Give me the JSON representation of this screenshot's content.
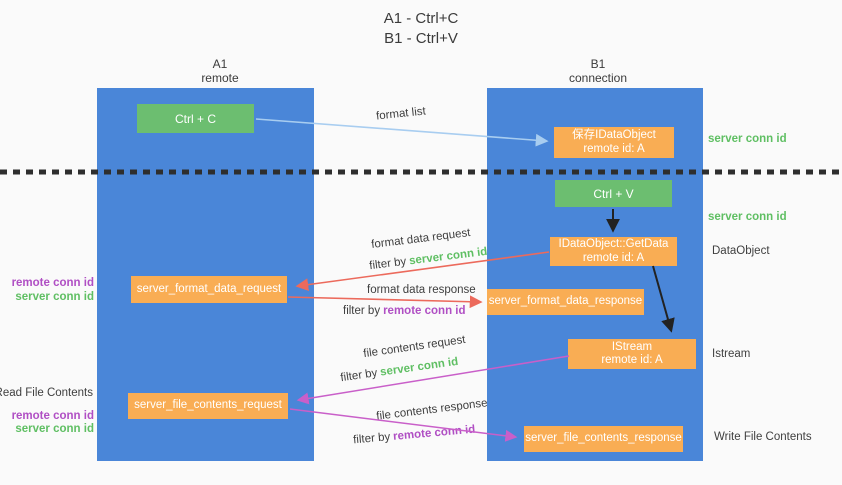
{
  "title": {
    "line1": "A1 - Ctrl+C",
    "line2": "B1 - Ctrl+V"
  },
  "columns": {
    "a1": {
      "name": "A1",
      "subtitle": "remote"
    },
    "b1": {
      "name": "B1",
      "subtitle": "connection"
    }
  },
  "nodes": {
    "ctrl_c": "Ctrl + C",
    "ctrl_v": "Ctrl + V",
    "save_dataobject": {
      "line1": "保存IDataObject",
      "line2": "remote id: A"
    },
    "getdata": {
      "line1": "IDataObject::GetData",
      "line2": "remote id: A"
    },
    "istream": {
      "line1": "IStream",
      "line2": "remote id: A"
    },
    "format_request": "server_format_data_request",
    "format_response": "server_format_data_response",
    "file_request": "server_file_contents_request",
    "file_response": "server_file_contents_response"
  },
  "flow_labels": {
    "format_list": "format list",
    "format_data_request": "format data request",
    "format_data_response": "format data response",
    "file_contents_request": "file contents request",
    "file_contents_response": "file contents response",
    "filter_by": "filter by",
    "server_conn_id": "server conn id",
    "remote_conn_id": "remote conn id"
  },
  "left_labels": {
    "remote_conn_id_1": "remote conn id",
    "server_conn_id_1": "server conn id",
    "read_file_contents": "Read File Contents",
    "remote_conn_id_2": "remote conn id",
    "server_conn_id_2": "server conn id"
  },
  "right_labels": {
    "server_conn_id_top": "server conn id",
    "server_conn_id_mid": "server conn id",
    "dataobject": "DataObject",
    "istream": "Istream",
    "write_file_contents": "Write File Contents"
  },
  "colors": {
    "lane_blue": "#4a86d8",
    "node_orange": "#f9ad54",
    "node_green": "#6cbe70",
    "arrow_red": "#ec6a5c",
    "arrow_magenta": "#c95fc9",
    "arrow_light_blue": "#a8cdf0",
    "arrow_black": "#222222",
    "text_green": "#5fbf63",
    "text_purple": "#b04fc4",
    "divider": "#2e2e2e",
    "background": "#fafafa"
  }
}
